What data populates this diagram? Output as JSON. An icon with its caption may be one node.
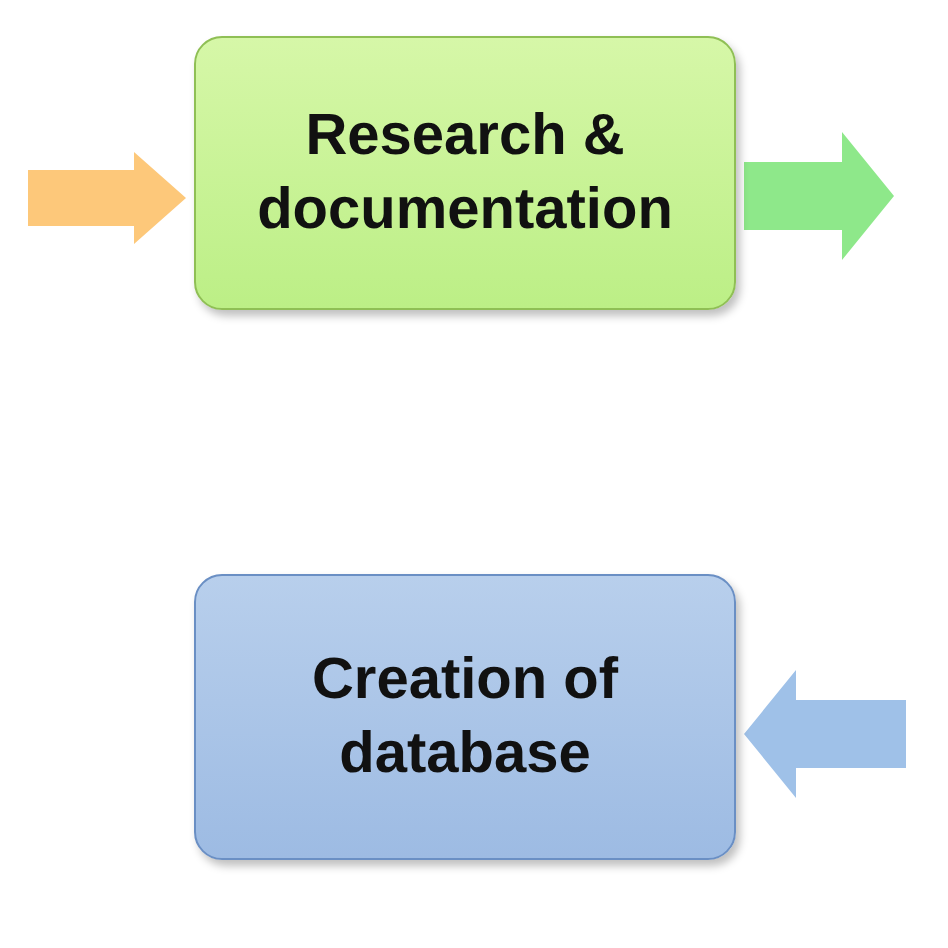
{
  "diagram": {
    "nodes": [
      {
        "text": [
          "Research & documentation"
        ]
      },
      {
        "text": [
          "Creation of database"
        ]
      }
    ],
    "edges": [
      {
        "from": null,
        "to": 0,
        "arrow": "to",
        "color": "#fdc87a"
      },
      {
        "from": 0,
        "to": null,
        "arrow": "to",
        "color": "#8ee88a"
      },
      {
        "from": null,
        "to": 1,
        "arrow": "to",
        "color": "#9fc1e8"
      }
    ]
  }
}
